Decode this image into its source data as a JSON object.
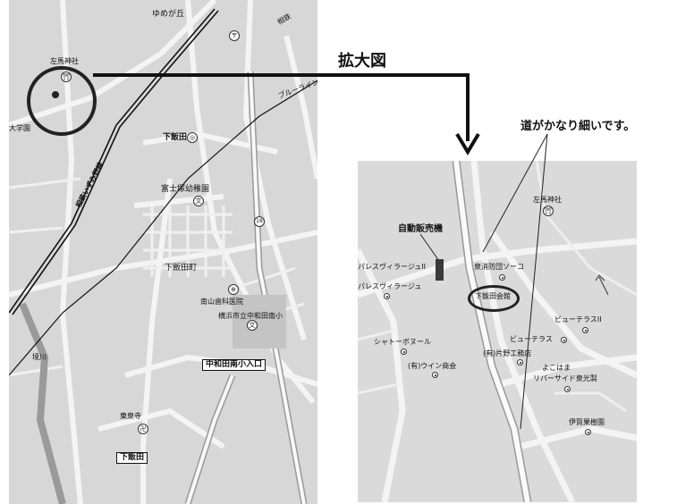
{
  "zoom_title": "拡大図",
  "road_note": "道がかなり細いです。",
  "vending_label": "自動販売機",
  "left_map": {
    "labels": {
      "yumegaoka": "ゆめが丘",
      "samabashrine": "左馬神社",
      "gakuen": "大学園",
      "shimoiida_station": "下飯田",
      "fujitsuka_kindergarten": "富士塚幼稚園",
      "shimoiida_town": "下飯田町",
      "minamiyama_dental": "南山歯科医院",
      "nakawada_school": "横浜市立中和田南小",
      "nakawada_entrance": "中和田南小入口",
      "sakaigawa": "境川",
      "tosenji": "東泉寺",
      "shimoiida_bottom": "下飯田",
      "sotetsu_line": "相鉄いずみ野線",
      "blue_line": "ブルーライン",
      "sotetsu_top": "相鉄",
      "route_number": "18"
    }
  },
  "right_map": {
    "labels": {
      "samabashrine": "左馬神社",
      "palace2": "パレスヴィラージュII",
      "palace": "パレスヴィラージュ",
      "chateau": "シャトーボヌール",
      "ueno_store": "(有)ウイン商会",
      "fire_sou": "泉消防団ソーコ",
      "kaikan": "下飯田会館",
      "view2": "ビューテラスII",
      "view": "ビューテラス",
      "katano": "(有)片野工務店",
      "riverside": "よこはま",
      "riverside2": "リバーサイド泉光製",
      "iga": "伊賀果樹園"
    }
  }
}
